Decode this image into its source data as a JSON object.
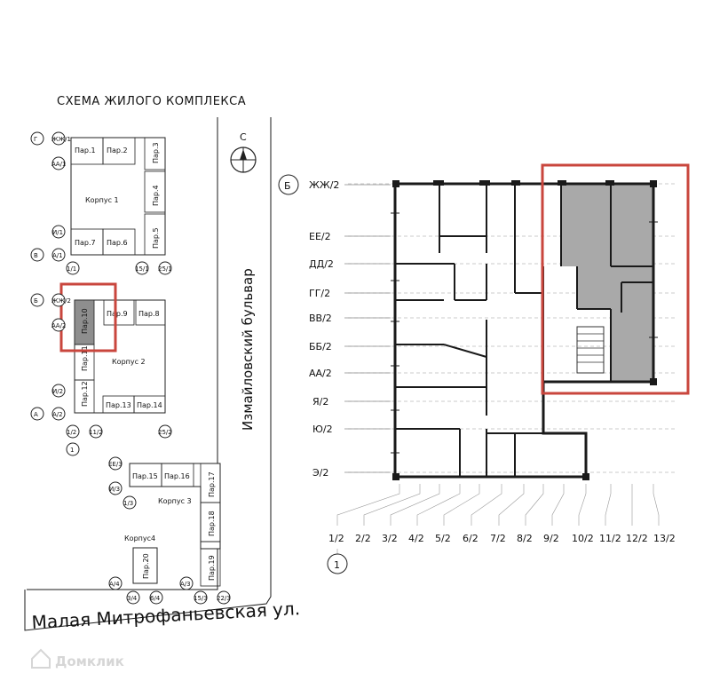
{
  "title": "СХЕМА ЖИЛОГО КОМПЛЕКСА",
  "compass_label": "С",
  "boulevard": "Измайловский бульвар",
  "street": "Малая Митрофаньевская ул.",
  "watermark": "Домклик",
  "buildings": {
    "k1": "Корпус 1",
    "k2": "Корпус 2",
    "k3": "Корпус 3",
    "k4": "Корпус4"
  },
  "sections": {
    "p1": "Пар.1",
    "p2": "Пар.2",
    "p3": "Пар.3",
    "p4": "Пар.4",
    "p5": "Пар.5",
    "p6": "Пар.6",
    "p7": "Пар.7",
    "p8": "Пар.8",
    "p9": "Пар.9",
    "p10": "Пар.10",
    "p11": "Пар.11",
    "p12": "Пар.12",
    "p13": "Пар.13",
    "p14": "Пар.14",
    "p15": "Пар.15",
    "p16": "Пар.16",
    "p17": "Пар.17",
    "p18": "Пар.18",
    "p19": "Пар.19",
    "p20": "Пар.20"
  },
  "site_axes": {
    "g": "Г",
    "zhzh1": "ЖЖ/1",
    "aa1": "АА/1",
    "i1": "И/1",
    "v": "В",
    "a1": "А/1",
    "one1": "1/1",
    "n15_1": "15/1",
    "n25_1": "25/1",
    "b": "Б",
    "zhzh2": "ЖЖ/2",
    "aa2": "АА/2",
    "i2": "И/2",
    "a": "А",
    "a2": "А/2",
    "one2": "1/2",
    "n11_2": "11/2",
    "n25_2": "25/2",
    "one": "1",
    "ee3": "ЕЕ/3",
    "i3": "И/3",
    "one3": "1/3",
    "a4": "А/4",
    "n3_4": "3/4",
    "n6_4": "6/4",
    "a3": "А/3",
    "n15_3": "15/3",
    "n22_3": "22/3"
  },
  "plan": {
    "axis_b": "Б",
    "axis_one": "1",
    "rows": [
      "ЖЖ/2",
      "ЕЕ/2",
      "ДД/2",
      "ГГ/2",
      "ВВ/2",
      "ББ/2",
      "АА/2",
      "Я/2",
      "Ю/2",
      "Э/2"
    ],
    "cols": [
      "1/2",
      "2/2",
      "3/2",
      "4/2",
      "5/2",
      "6/2",
      "7/2",
      "8/2",
      "9/2",
      "10/2",
      "11/2",
      "12/2",
      "13/2"
    ]
  },
  "colors": {
    "highlight": "#c9463d",
    "fill": "#a9a9a9"
  }
}
